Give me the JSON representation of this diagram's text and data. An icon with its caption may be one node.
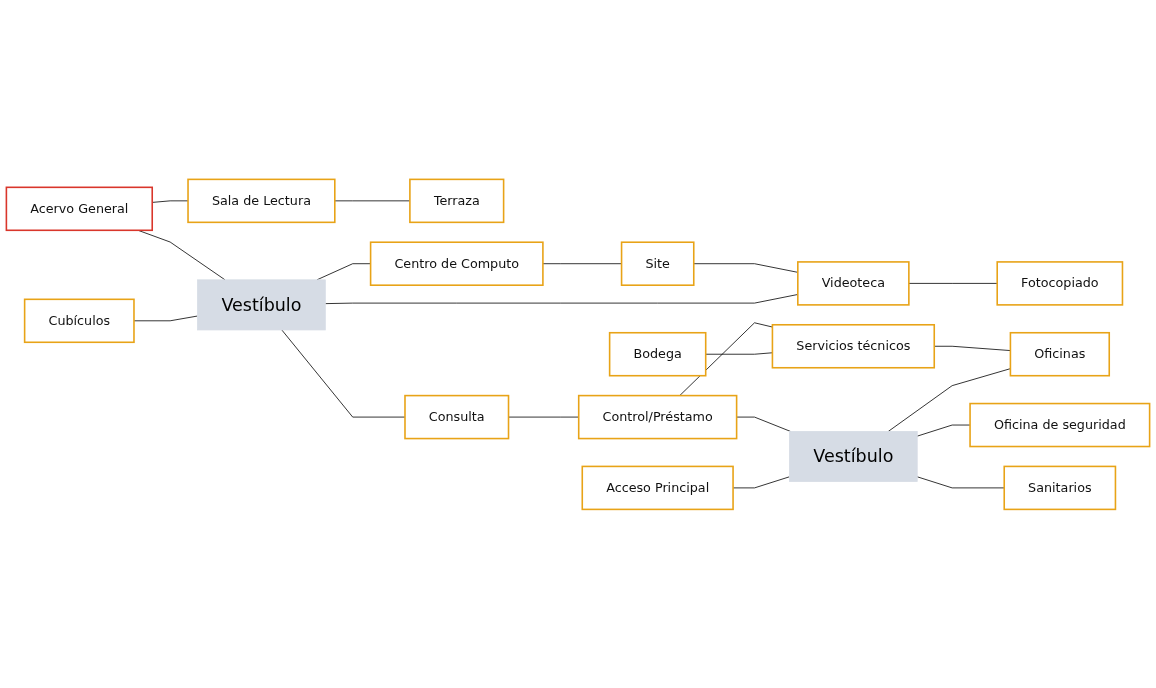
{
  "diagram": {
    "nodes": [
      {
        "text": [
          "Acervo General"
        ]
      },
      {
        "text": [
          "Sala de Lectura"
        ]
      },
      {
        "text": [
          "Terraza"
        ]
      },
      {
        "text": [
          "Centro de Computo"
        ]
      },
      {
        "text": [
          "Site"
        ]
      },
      {
        "text": [
          "Cubículos"
        ]
      },
      {
        "text": [
          "Vestíbulo"
        ]
      },
      {
        "text": [
          "Videoteca"
        ]
      },
      {
        "text": [
          "Fotocopiado"
        ]
      },
      {
        "text": [
          "Bodega"
        ]
      },
      {
        "text": [
          "Consulta"
        ]
      },
      {
        "text": [
          "Servicios técnicos"
        ]
      },
      {
        "text": [
          "Control/Préstamo"
        ]
      },
      {
        "text": [
          "Acceso Principal"
        ]
      },
      {
        "text": [
          "Vestíbulo"
        ]
      },
      {
        "text": [
          "Oficinas"
        ]
      },
      {
        "text": [
          "Oficina de seguridad"
        ]
      },
      {
        "text": [
          "Sanitarios"
        ]
      }
    ],
    "edges": [
      {
        "from": 0,
        "to": 1,
        "arrow": "none"
      },
      {
        "from": 1,
        "to": 2,
        "arrow": "none"
      },
      {
        "from": 0,
        "to": 6,
        "arrow": "none"
      },
      {
        "from": 6,
        "to": 3,
        "arrow": "none"
      },
      {
        "from": 3,
        "to": 4,
        "arrow": "none"
      },
      {
        "from": 4,
        "to": 7,
        "arrow": "none"
      },
      {
        "from": 5,
        "to": 6,
        "arrow": "none"
      },
      {
        "from": 6,
        "to": 7,
        "arrow": "none"
      },
      {
        "from": 7,
        "to": 8,
        "arrow": "none"
      },
      {
        "from": 6,
        "to": 10,
        "arrow": "none"
      },
      {
        "from": 10,
        "to": 12,
        "arrow": "none"
      },
      {
        "from": 12,
        "to": 11,
        "arrow": "none"
      },
      {
        "from": 9,
        "to": 11,
        "arrow": "none"
      },
      {
        "from": 11,
        "to": 15,
        "arrow": "none"
      },
      {
        "from": 12,
        "to": 14,
        "arrow": "none"
      },
      {
        "from": 13,
        "to": 14,
        "arrow": "none"
      },
      {
        "from": 14,
        "to": 15,
        "arrow": "none"
      },
      {
        "from": 14,
        "to": 16,
        "arrow": "none"
      },
      {
        "from": 14,
        "to": 17,
        "arrow": "none"
      }
    ]
  }
}
